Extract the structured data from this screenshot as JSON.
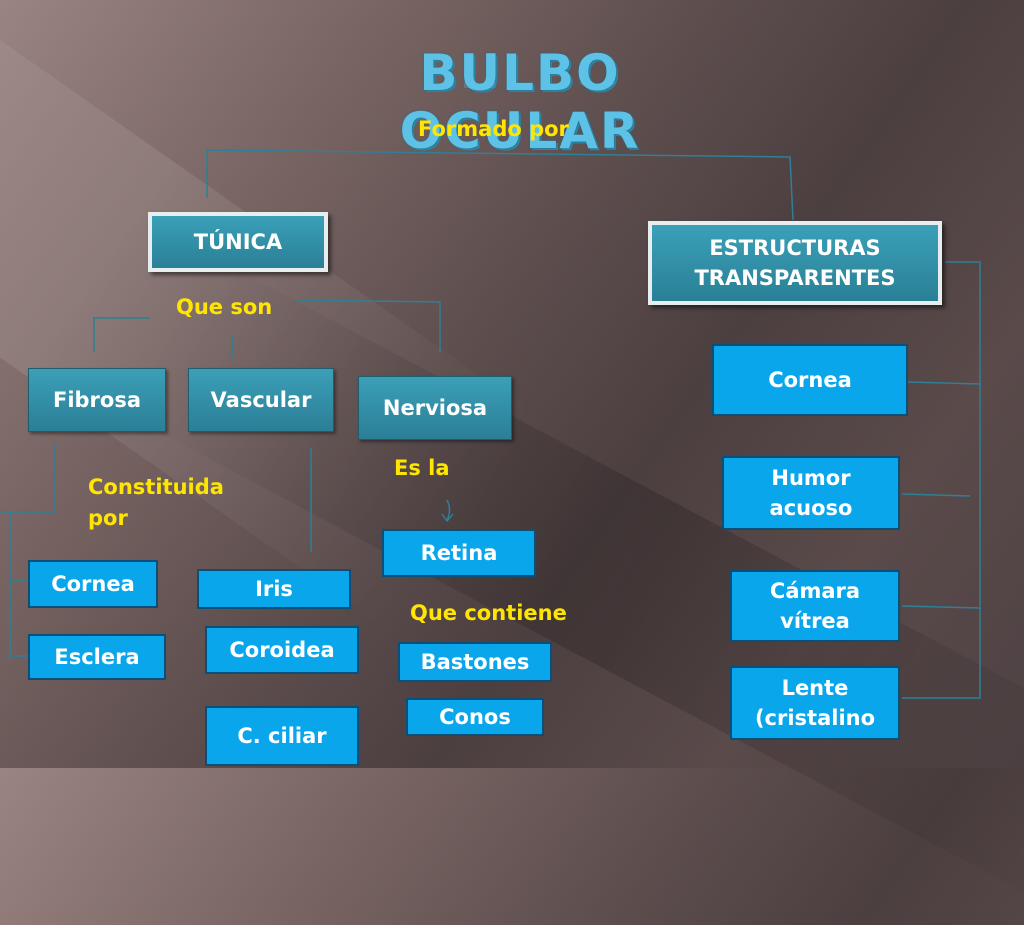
{
  "title": "BULBO OCULAR",
  "labels": {
    "formado_por": "Formado por",
    "que_son": "Que son",
    "constituida_por": "Constituida por",
    "es_la": "Es la",
    "que_contiene": "Que contiene"
  },
  "nodes": {
    "tunica": "TÚNICA",
    "estructuras": "ESTRUCTURAS TRANSPARENTES",
    "fibrosa": "Fibrosa",
    "vascular": "Vascular",
    "nerviosa": "Nerviosa",
    "cornea_left": "Cornea",
    "esclera": "Esclera",
    "iris": "Iris",
    "coroidea": "Coroidea",
    "c_ciliar": "C. ciliar",
    "retina": "Retina",
    "bastones": "Bastones",
    "conos": "Conos",
    "cornea_right": "Cornea",
    "humor_acuoso": "Humor acuoso",
    "camara_vitrea": "Cámara vítrea",
    "lente": "Lente (cristalino"
  },
  "colors": {
    "label_yellow": "#ffe600",
    "teal_box": "#2f8da6",
    "blue_box": "#0aa6ec",
    "title": "#5ec2e6"
  }
}
